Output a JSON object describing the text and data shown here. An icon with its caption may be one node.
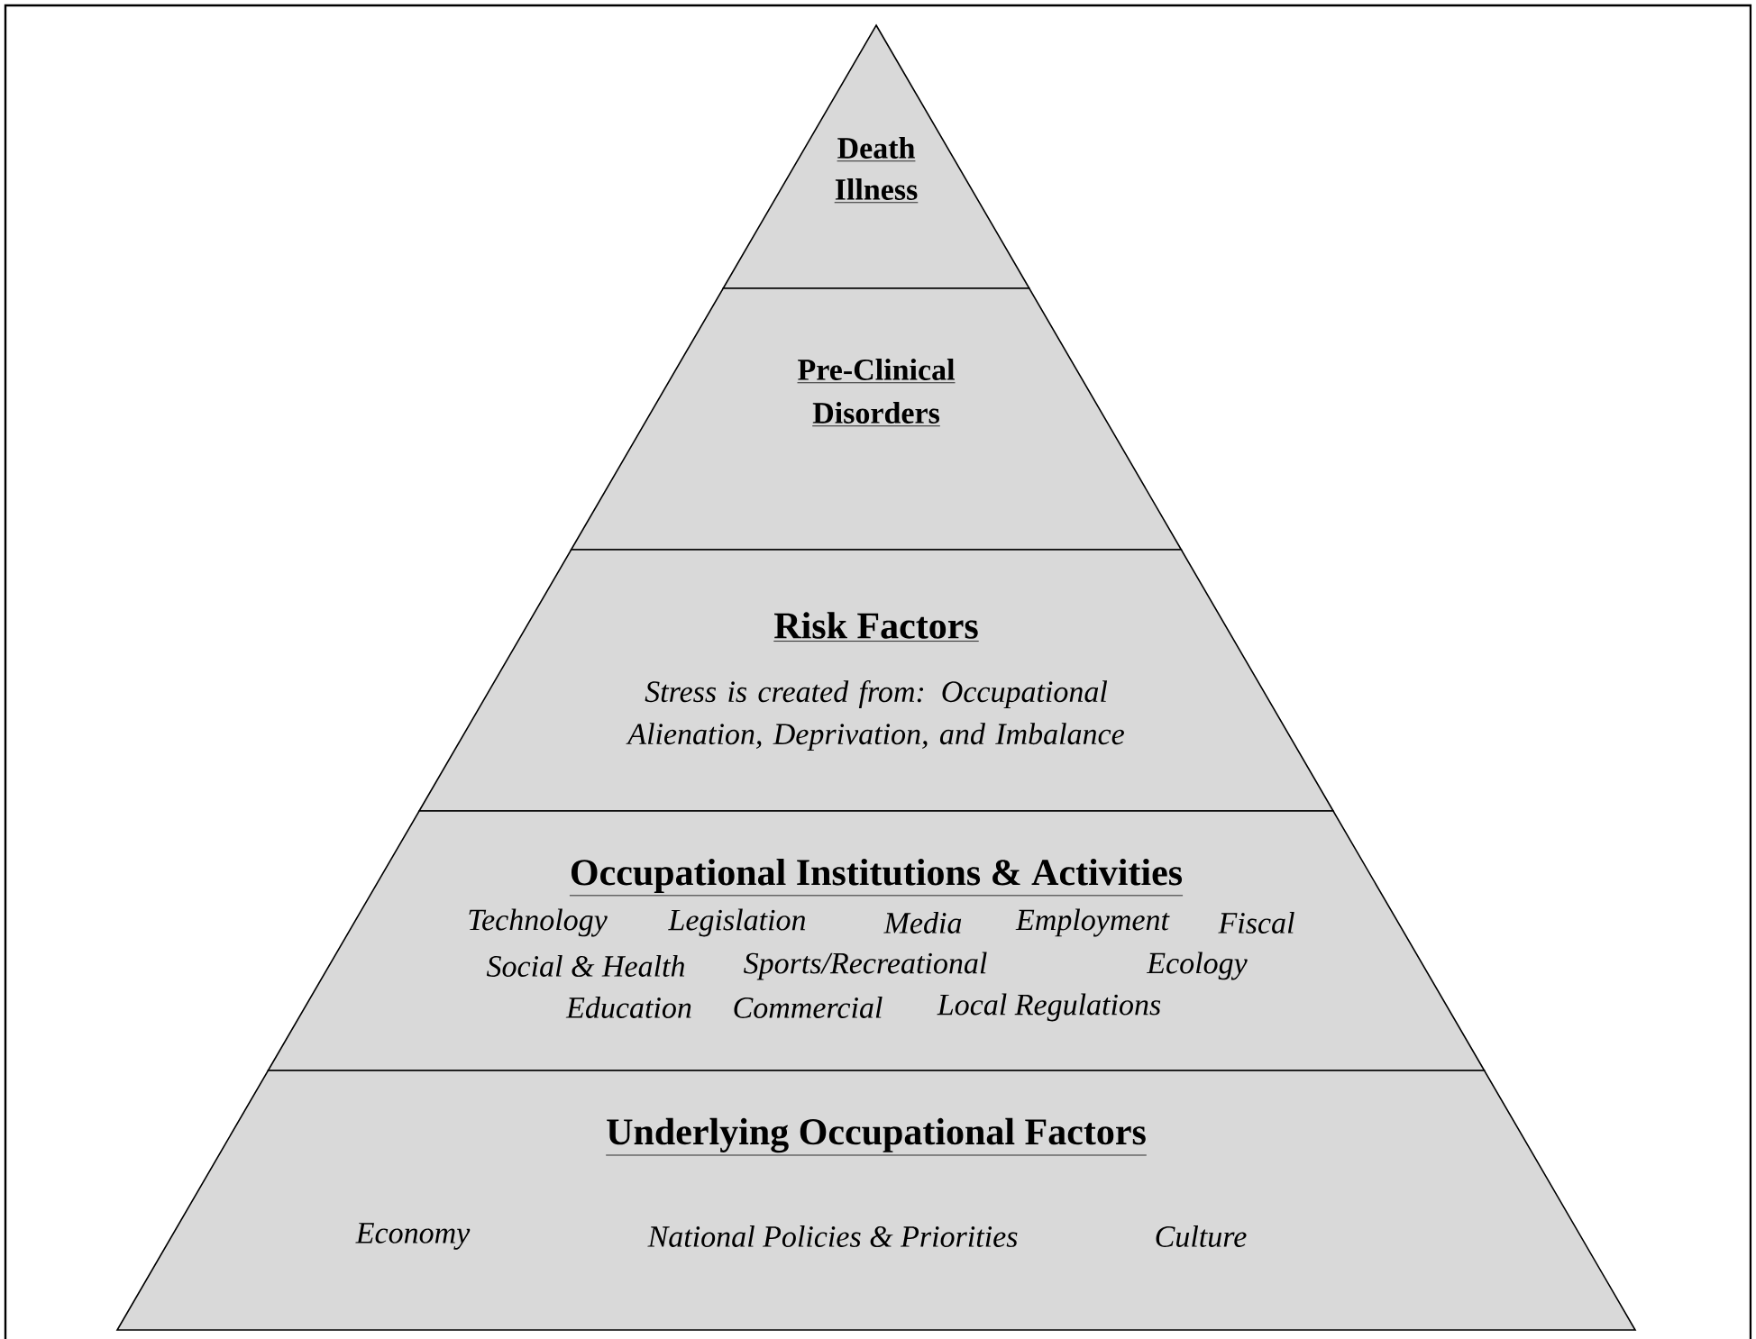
{
  "diagram": {
    "nodes": [
      {
        "text": [
          "Death",
          "Illness"
        ]
      },
      {
        "text": [
          "Pre-Clinical",
          "Disorders"
        ]
      },
      {
        "text": [
          "Risk Factors",
          "Stress is created from: Occupational Alienation, Deprivation, and Imbalance"
        ]
      },
      {
        "text": [
          "Occupational Institutions & Activities",
          "Technology",
          "Legislation",
          "Media",
          "Employment",
          "Fiscal",
          "Social & Health",
          "Sports/Recreational",
          "Ecology",
          "Education",
          "Commercial",
          "Local Regulations"
        ]
      },
      {
        "text": [
          "Underlying Occupational Factors",
          "Economy",
          "National Policies & Priorities",
          "Culture"
        ]
      }
    ]
  }
}
